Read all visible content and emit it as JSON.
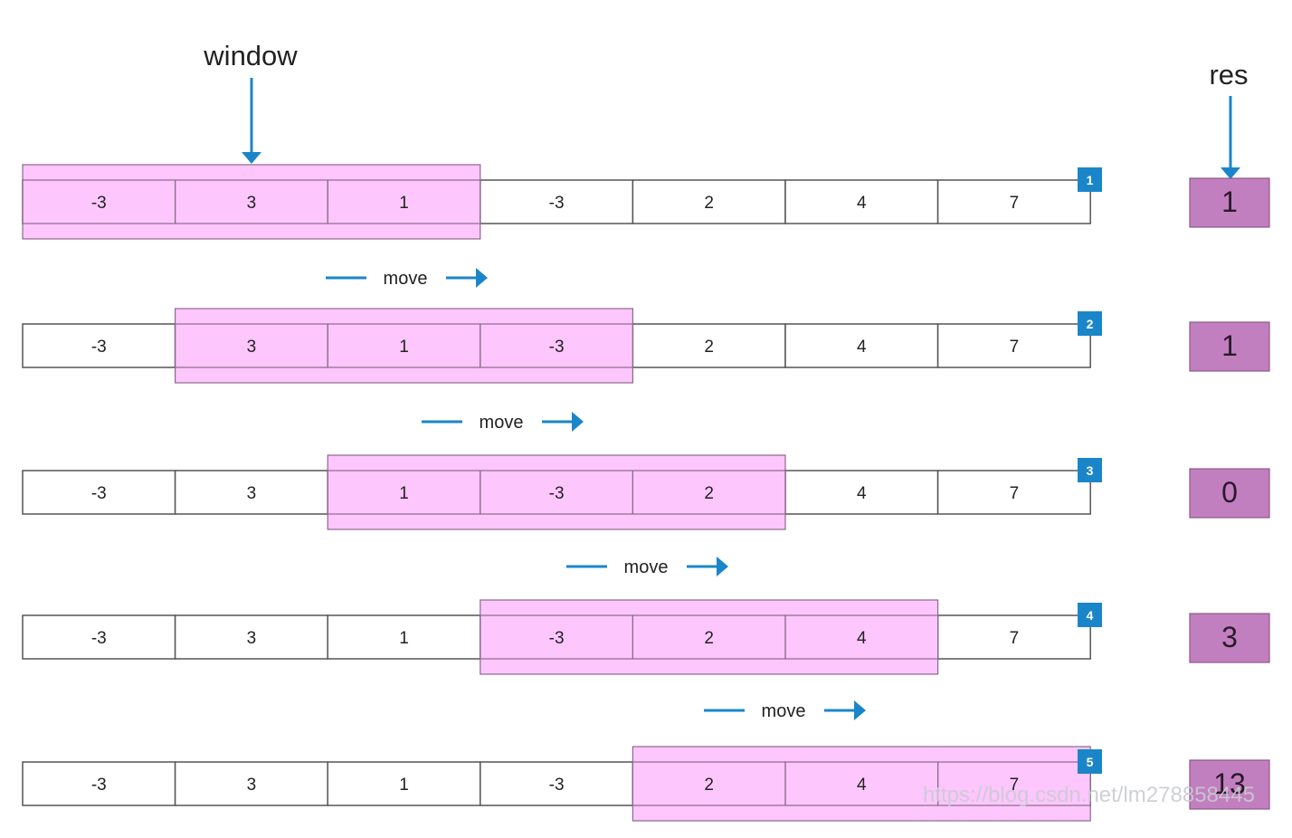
{
  "labels": {
    "window": "window",
    "res": "res",
    "move": "move",
    "watermark": "https://blog.csdn.net/lm278858445"
  },
  "array": [
    "-3",
    "3",
    "1",
    "-3",
    "2",
    "4",
    "7"
  ],
  "window_size": 3,
  "steps": [
    {
      "badge": "1",
      "window_start": 0,
      "res": "1"
    },
    {
      "badge": "2",
      "window_start": 1,
      "res": "1"
    },
    {
      "badge": "3",
      "window_start": 2,
      "res": "0"
    },
    {
      "badge": "4",
      "window_start": 3,
      "res": "3"
    },
    {
      "badge": "5",
      "window_start": 4,
      "res": "13"
    }
  ],
  "colors": {
    "window_fill": "#fdc6fd",
    "window_stroke": "#8a6a8a",
    "res_fill": "#c27fc0",
    "res_stroke": "#8a5a8a",
    "accent_blue": "#1a86c9",
    "cell_stroke": "#555555"
  },
  "icons": {
    "window_pointer": "down-arrow-icon",
    "res_pointer": "down-arrow-icon",
    "move_arrow": "right-arrow-icon"
  }
}
